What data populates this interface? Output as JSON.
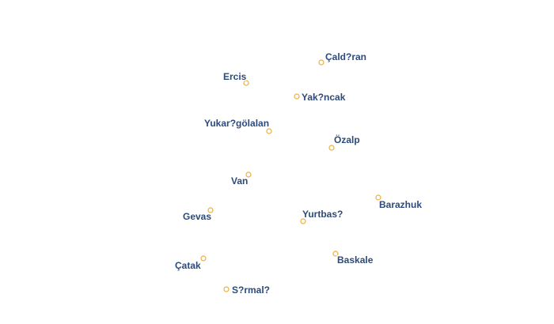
{
  "map": {
    "colors": {
      "label_text": "#2c4a7a",
      "label_halo": "#ffffff",
      "marker_stroke": "#f0ad3c",
      "marker_fill": "#ffffff",
      "background": "#ffffff"
    },
    "places": [
      {
        "id": "caldiran",
        "name": "Çald?ran"
      },
      {
        "id": "ercis",
        "name": "Ercis"
      },
      {
        "id": "yakincak",
        "name": "Yak?ncak"
      },
      {
        "id": "yukarigolalan",
        "name": "Yukar?gölalan"
      },
      {
        "id": "ozalp",
        "name": "Özalp"
      },
      {
        "id": "van",
        "name": "Van"
      },
      {
        "id": "barazhuk",
        "name": "Barazhuk"
      },
      {
        "id": "gevas",
        "name": "Gevas"
      },
      {
        "id": "yurtbasi",
        "name": "Yurtbas?"
      },
      {
        "id": "catak",
        "name": "Çatak"
      },
      {
        "id": "baskale",
        "name": "Baskale"
      },
      {
        "id": "sirmali",
        "name": "S?rmal?"
      }
    ]
  }
}
